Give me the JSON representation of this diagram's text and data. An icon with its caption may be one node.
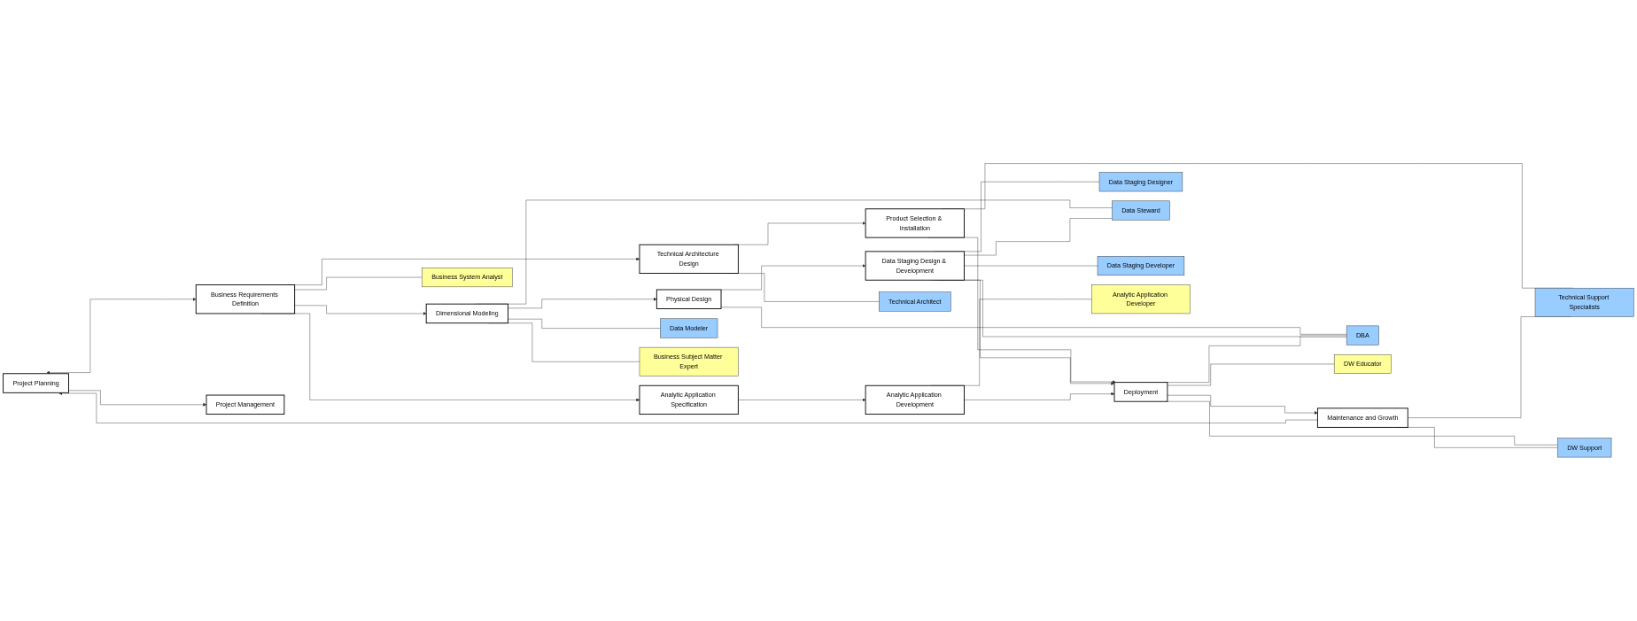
{
  "diagram": {
    "nodes": [
      {
        "text": [
          "Project Planning"
        ]
      },
      {
        "text": [
          "Business Requirements Definition"
        ]
      },
      {
        "text": [
          "Technical Architecture Design"
        ]
      },
      {
        "text": [
          "Product Selection & Installation"
        ]
      },
      {
        "text": [
          "Dimensional Modeling"
        ]
      },
      {
        "text": [
          "Physical Design"
        ]
      },
      {
        "text": [
          "Data Staging Design & Development"
        ]
      },
      {
        "text": [
          "Analytic Application Specification"
        ]
      },
      {
        "text": [
          "Analytic Application Development"
        ]
      },
      {
        "text": [
          "Deployment"
        ]
      },
      {
        "text": [
          "Maintenance and Growth"
        ]
      },
      {
        "text": [
          "Project Management"
        ]
      },
      {
        "text": [
          "Technical Architect"
        ]
      },
      {
        "text": [
          "DBA"
        ]
      },
      {
        "text": [
          "Technical Support Specialists"
        ]
      },
      {
        "text": [
          "Data Staging Designer"
        ]
      },
      {
        "text": [
          "Data Modeler"
        ]
      },
      {
        "text": [
          "DW Support"
        ]
      },
      {
        "text": [
          "Data Steward"
        ]
      },
      {
        "text": [
          "Data Staging Developer"
        ]
      },
      {
        "text": [
          "Business System Analyst"
        ]
      },
      {
        "text": [
          "Business Subject Matter Expert"
        ]
      },
      {
        "text": [
          "Analytic Application Developer"
        ]
      },
      {
        "text": [
          "DW Educator"
        ]
      }
    ],
    "edges": [
      {
        "from": 0,
        "to": 1,
        "arrow": "both"
      },
      {
        "from": 1,
        "to": 2,
        "arrow": "to"
      },
      {
        "from": 1,
        "to": 4,
        "arrow": "to"
      },
      {
        "from": 1,
        "to": 7,
        "arrow": "to"
      },
      {
        "from": 2,
        "to": 3,
        "arrow": "to"
      },
      {
        "from": 4,
        "to": 5,
        "arrow": "to"
      },
      {
        "from": 5,
        "to": 6,
        "arrow": "to"
      },
      {
        "from": 7,
        "to": 8,
        "arrow": "to"
      },
      {
        "from": 3,
        "to": 9,
        "arrow": "to"
      },
      {
        "from": 6,
        "to": 9,
        "arrow": "to"
      },
      {
        "from": 8,
        "to": 9,
        "arrow": "to"
      },
      {
        "from": 9,
        "to": 10,
        "arrow": "to"
      },
      {
        "from": 10,
        "to": 0,
        "arrow": "to"
      },
      {
        "from": 0,
        "to": 11,
        "arrow": "to"
      },
      {
        "from": 12,
        "to": 2,
        "arrow": "none"
      },
      {
        "from": 13,
        "to": 5,
        "arrow": "none"
      },
      {
        "from": 13,
        "to": 6,
        "arrow": "none"
      },
      {
        "from": 13,
        "to": 9,
        "arrow": "none"
      },
      {
        "from": 14,
        "to": 3,
        "arrow": "none"
      },
      {
        "from": 14,
        "to": 10,
        "arrow": "none"
      },
      {
        "from": 15,
        "to": 6,
        "arrow": "none"
      },
      {
        "from": 16,
        "to": 4,
        "arrow": "none"
      },
      {
        "from": 17,
        "to": 9,
        "arrow": "none"
      },
      {
        "from": 17,
        "to": 10,
        "arrow": "none"
      },
      {
        "from": 18,
        "to": 4,
        "arrow": "none"
      },
      {
        "from": 18,
        "to": 6,
        "arrow": "none"
      },
      {
        "from": 19,
        "to": 6,
        "arrow": "none"
      },
      {
        "from": 20,
        "to": 1,
        "arrow": "none"
      },
      {
        "from": 21,
        "to": 4,
        "arrow": "none"
      },
      {
        "from": 22,
        "to": 8,
        "arrow": "none"
      },
      {
        "from": 23,
        "to": 9,
        "arrow": "none"
      }
    ]
  }
}
